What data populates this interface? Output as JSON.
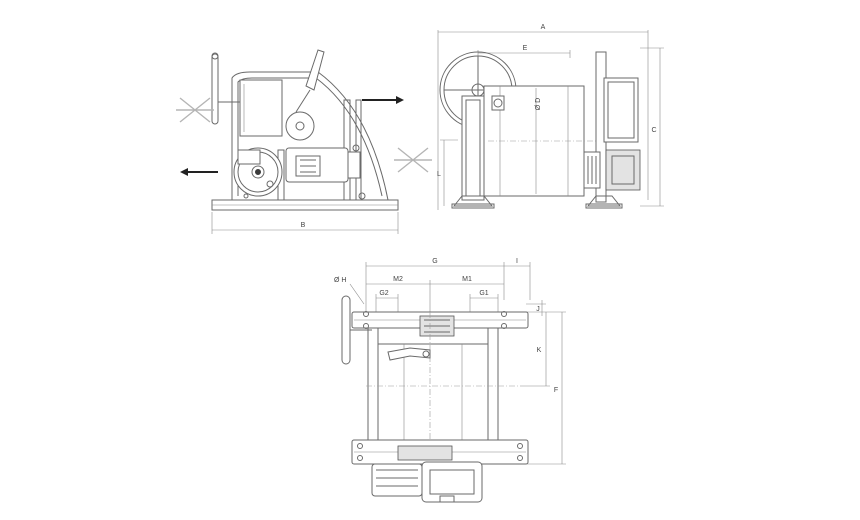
{
  "labels": {
    "A": "A",
    "B": "B",
    "C": "C",
    "E": "E",
    "D": "Ø D",
    "L": "L",
    "G": "G",
    "I": "I",
    "H": "Ø H",
    "M2": "M2",
    "M1": "M1",
    "G2": "G2",
    "G1": "G1",
    "J": "J",
    "K": "K",
    "F": "F"
  },
  "colors": {
    "line": "#6a6a6a",
    "arrow": "#222222",
    "cross": "#b5b5b5"
  }
}
